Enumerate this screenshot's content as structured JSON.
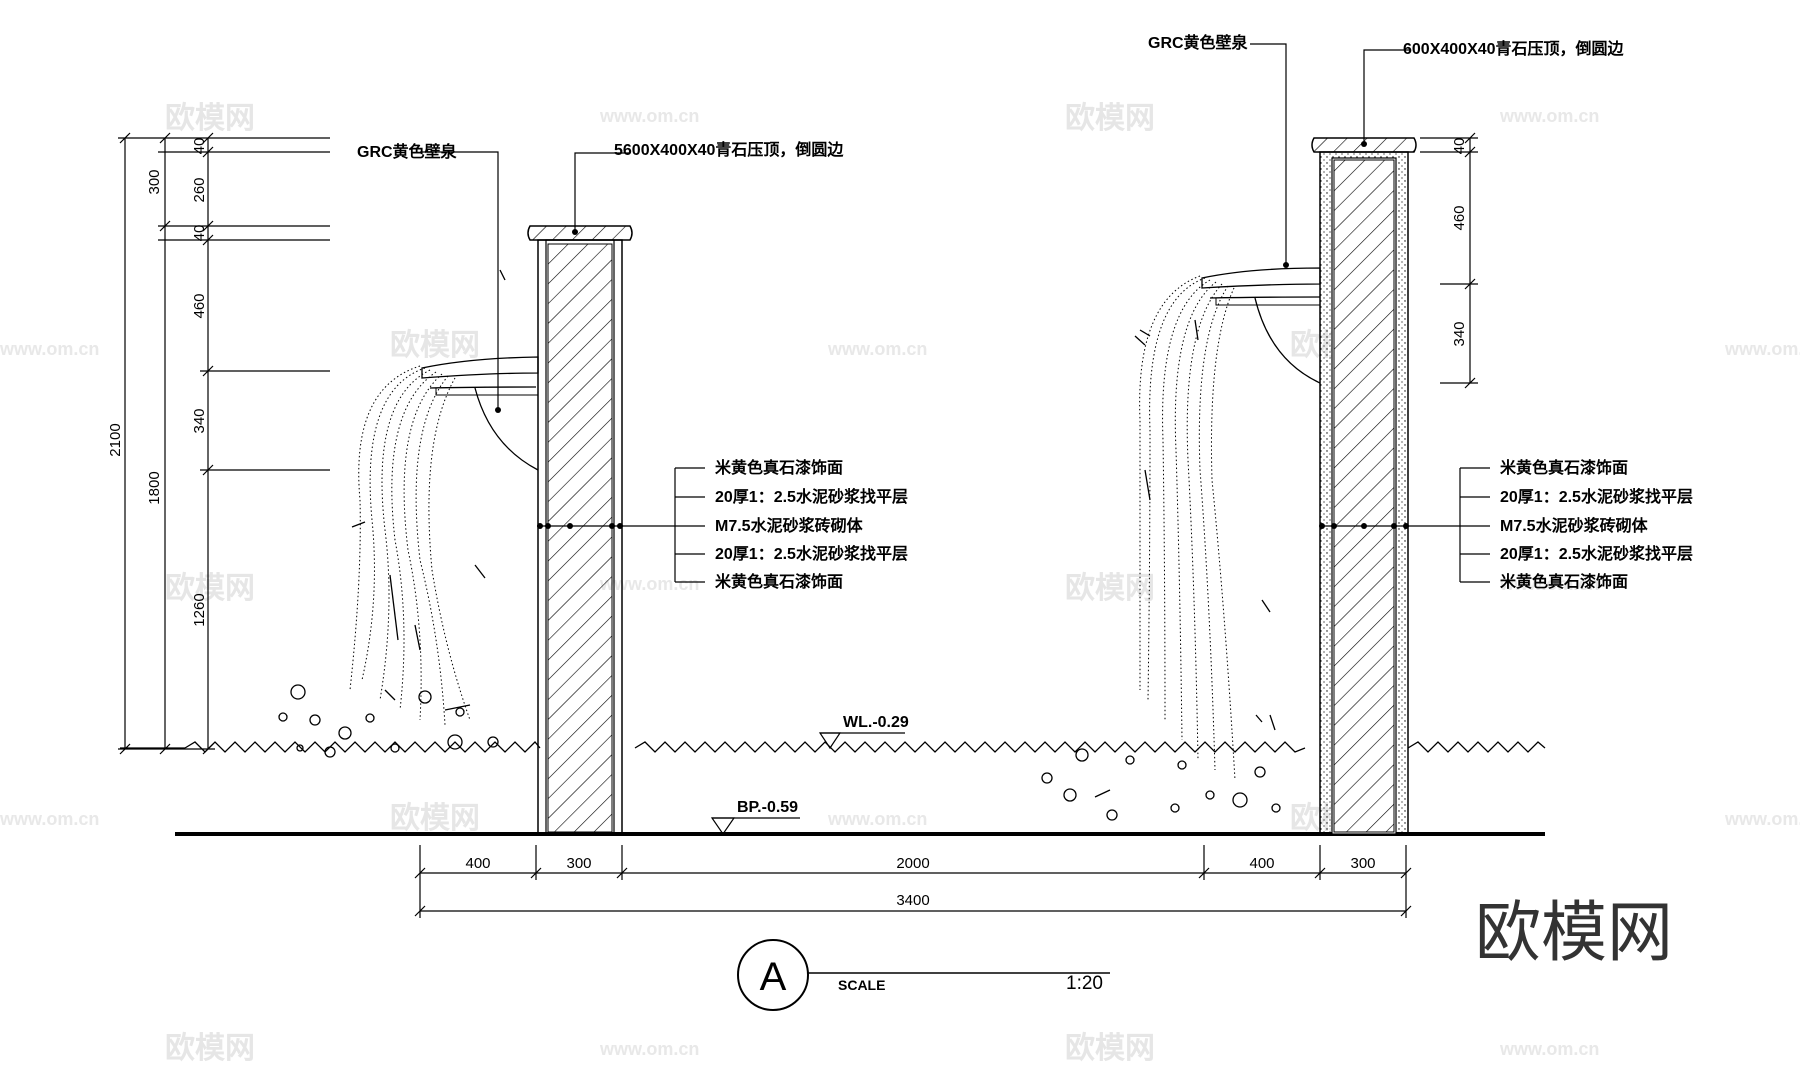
{
  "labels": {
    "left_fountain": "GRC黄色壁泉",
    "left_cap": "5600X400X40青石压顶，倒圆边",
    "right_fountain": "GRC黄色壁泉",
    "right_cap": "600X400X40青石压顶，倒圆边",
    "layers": [
      "米黄色真石漆饰面",
      "20厚1：2.5水泥砂浆找平层",
      "M7.5水泥砂浆砖砌体",
      "20厚1：2.5水泥砂浆找平层",
      "米黄色真石漆饰面"
    ],
    "water_level": "WL.-0.29",
    "bottom_level": "BP.-0.59"
  },
  "dimensions": {
    "left_outer": "2100",
    "left_middle_top": "300",
    "left_middle_bottom": "1800",
    "left_inner": [
      "40",
      "260",
      "40",
      "460",
      "340",
      "1260"
    ],
    "right_vertical": [
      "40",
      "460",
      "340"
    ],
    "bottom_row": [
      "400",
      "300",
      "2000",
      "400",
      "300"
    ],
    "bottom_total": "3400"
  },
  "title_block": {
    "section": "A",
    "scale_label": "SCALE",
    "scale_value": "1:20"
  },
  "watermark": {
    "brand": "欧模网",
    "url": "www.om.cn"
  }
}
